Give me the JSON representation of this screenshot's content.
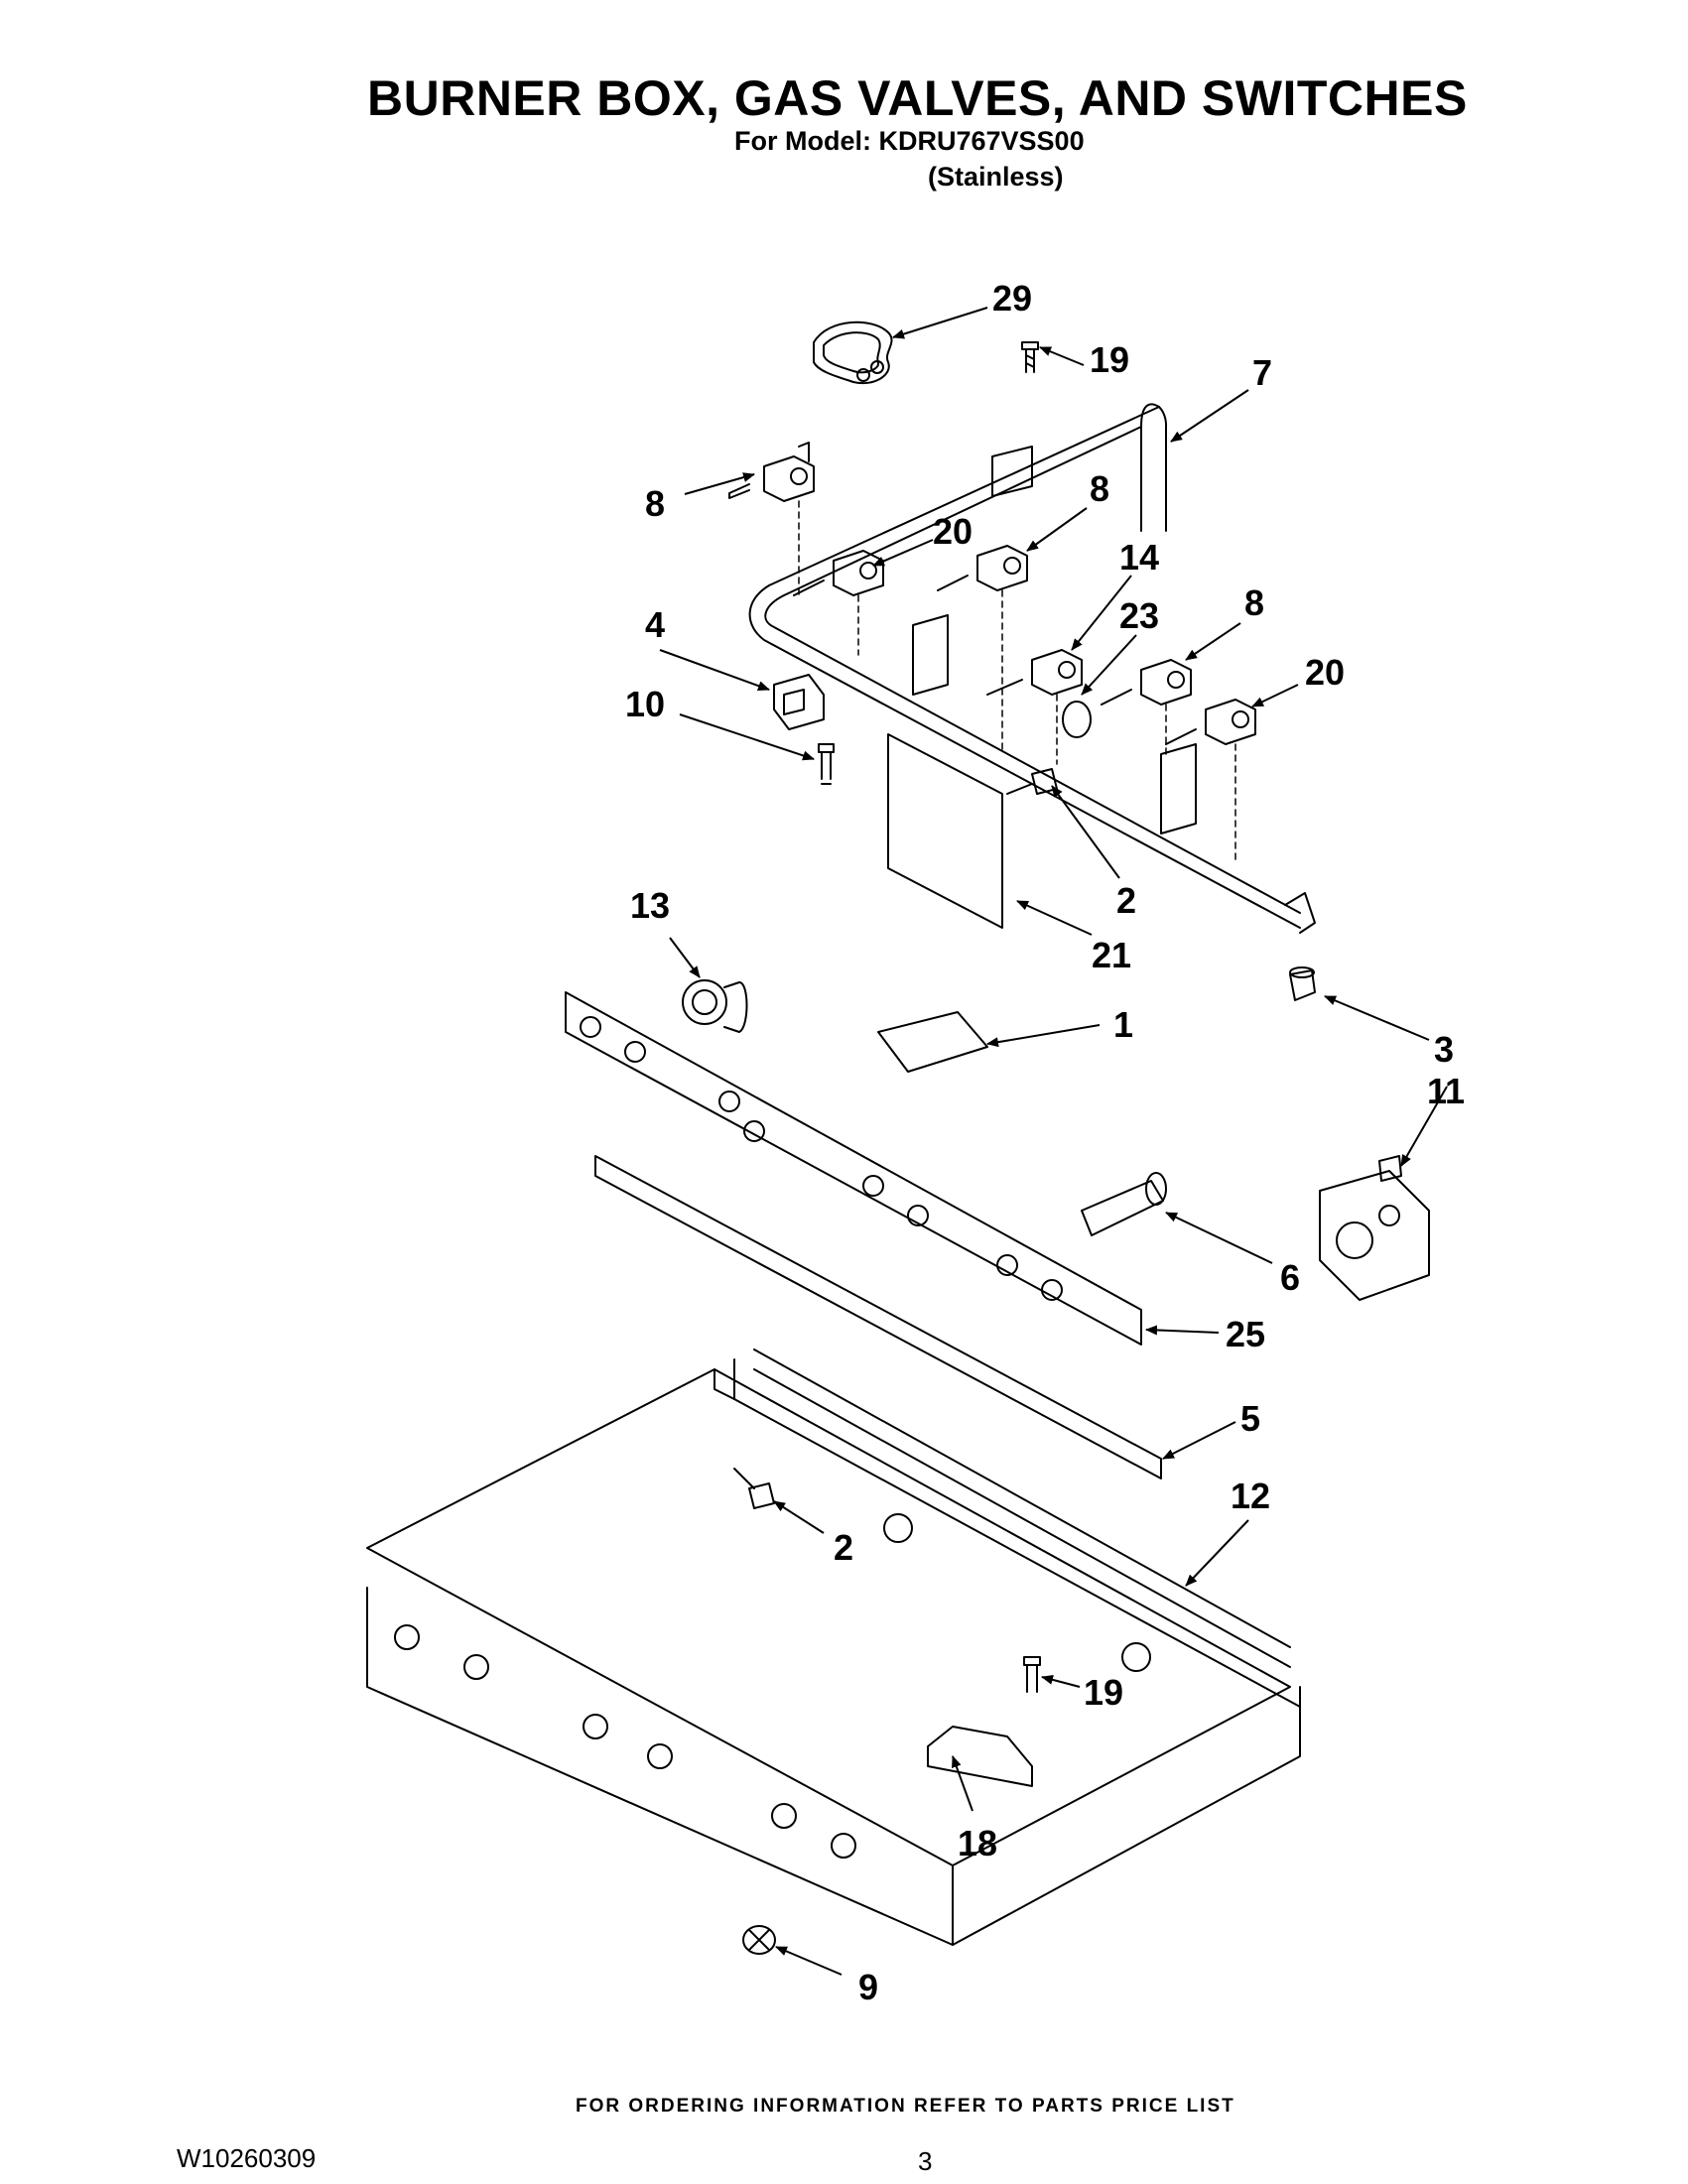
{
  "header": {
    "title": "BURNER BOX, GAS VALVES, AND SWITCHES",
    "model_line": "For Model: KDRU767VSS00",
    "finish_line": "(Stainless)"
  },
  "callouts": {
    "c29": "29",
    "c19a": "19",
    "c7": "7",
    "c8a": "8",
    "c8b": "8",
    "c8c": "8",
    "c20a": "20",
    "c20b": "20",
    "c14": "14",
    "c23": "23",
    "c4": "4",
    "c10": "10",
    "c2a": "2",
    "c21": "21",
    "c13": "13",
    "c1": "1",
    "c3": "3",
    "c11": "11",
    "c6": "6",
    "c25": "25",
    "c5": "5",
    "c12": "12",
    "c2b": "2",
    "c19b": "19",
    "c18": "18",
    "c9": "9"
  },
  "footer": {
    "ordering_note": "FOR ORDERING INFORMATION REFER TO PARTS PRICE LIST",
    "document_number": "W10260309",
    "page_number": "3"
  }
}
